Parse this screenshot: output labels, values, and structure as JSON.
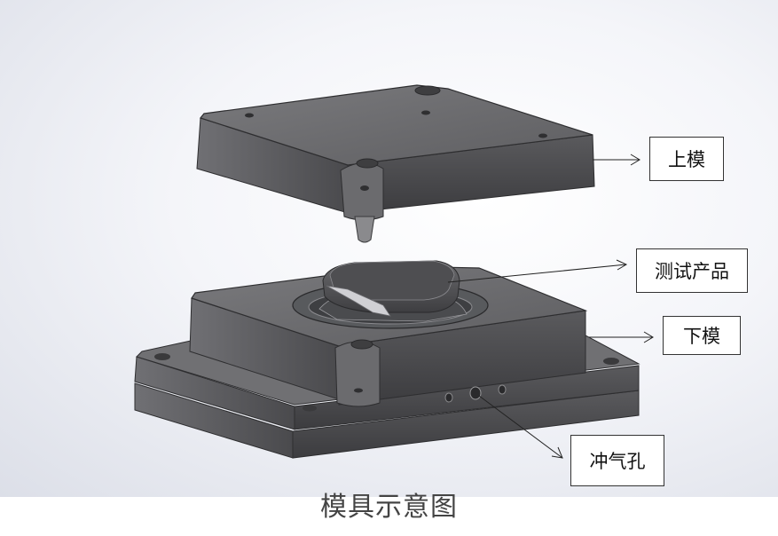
{
  "callouts": {
    "upper_mold": "上模",
    "test_product": "测试产品",
    "lower_mold": "下模",
    "vent_hole": "冲气孔"
  },
  "caption": "模具示意图",
  "colors": {
    "mold_top": "#6a6a6c",
    "mold_side": "#4a4a4c",
    "mold_edge": "#3a3a3c",
    "product": "#5c5c5e",
    "leader_line": "#222222"
  }
}
